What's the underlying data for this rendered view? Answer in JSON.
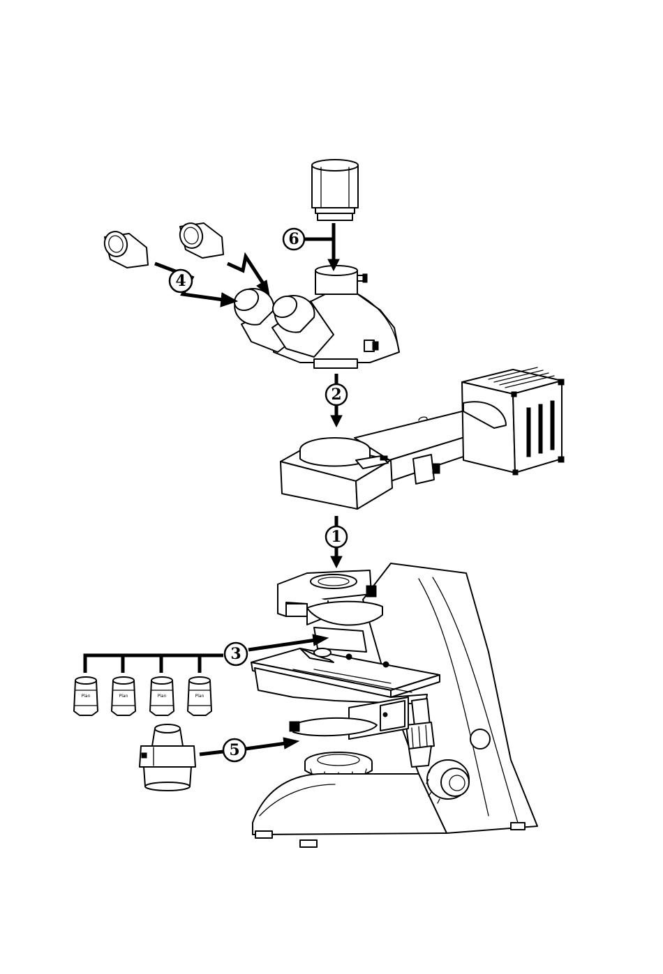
{
  "callouts": [
    {
      "id": "1",
      "label": "1"
    },
    {
      "id": "2",
      "label": "2"
    },
    {
      "id": "3",
      "label": "3"
    },
    {
      "id": "4",
      "label": "4"
    },
    {
      "id": "5",
      "label": "5"
    },
    {
      "id": "6",
      "label": "6"
    }
  ],
  "objective_engraving": [
    "Plan",
    "Plan",
    "Plan",
    "Plan"
  ],
  "colors": {
    "line": "#000000",
    "background": "#ffffff"
  }
}
